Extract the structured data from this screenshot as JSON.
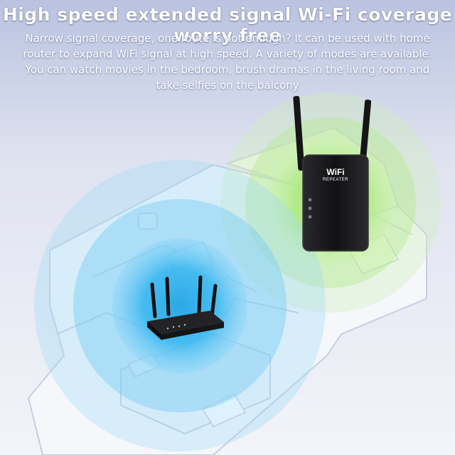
{
  "headline": "High speed extended signal Wi-Fi coverage worry free",
  "subtext": "Narrow signal coverage, one route is not enough? It can be used with home router to expand WiFi signal at high speed. A variety of modes are available. You can watch movies in the bedroom, brush dramas in the living room and take selfies on the balcony",
  "repeater": {
    "brand_label": "WiFi",
    "model_label": "REPEATER"
  },
  "colors": {
    "background": "#eef0f7",
    "router_signal": "#1ea3e6",
    "repeater_signal": "#8fe05a",
    "device_body": "#1b1b1d"
  }
}
